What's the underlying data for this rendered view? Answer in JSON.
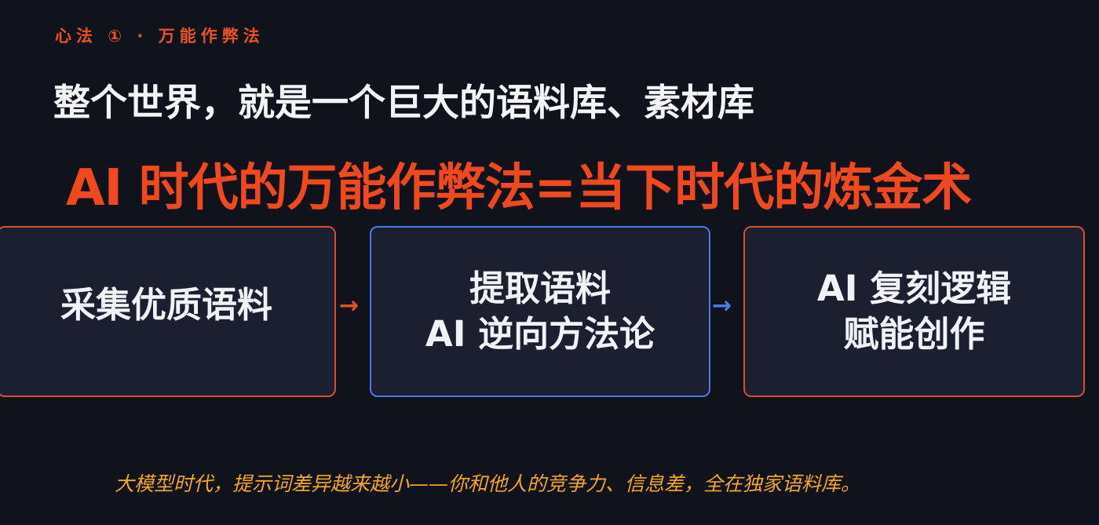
{
  "eyebrow": "心法 ① · 万能作弊法",
  "headline": "整个世界，就是一个巨大的语料库、素材库",
  "hero": "AI 时代的万能作弊法=当下时代的炼金术",
  "steps": [
    {
      "line1": "采集优质语料",
      "line2": ""
    },
    {
      "line1": "提取语料",
      "line2": "AI 逆向方法论"
    },
    {
      "line1": "AI 复刻逻辑",
      "line2": "赋能创作"
    }
  ],
  "arrows": [
    "→",
    "→"
  ],
  "footer": "大模型时代，提示词差异越来越小——你和他人的竞争力、信息差，全在独家语料库。",
  "colors": {
    "background": "#11131c",
    "accent_orange": "#f0481f",
    "accent_blue": "#4a7de3",
    "footer_text": "#f1a52b",
    "card_background": "#1b1f30"
  }
}
